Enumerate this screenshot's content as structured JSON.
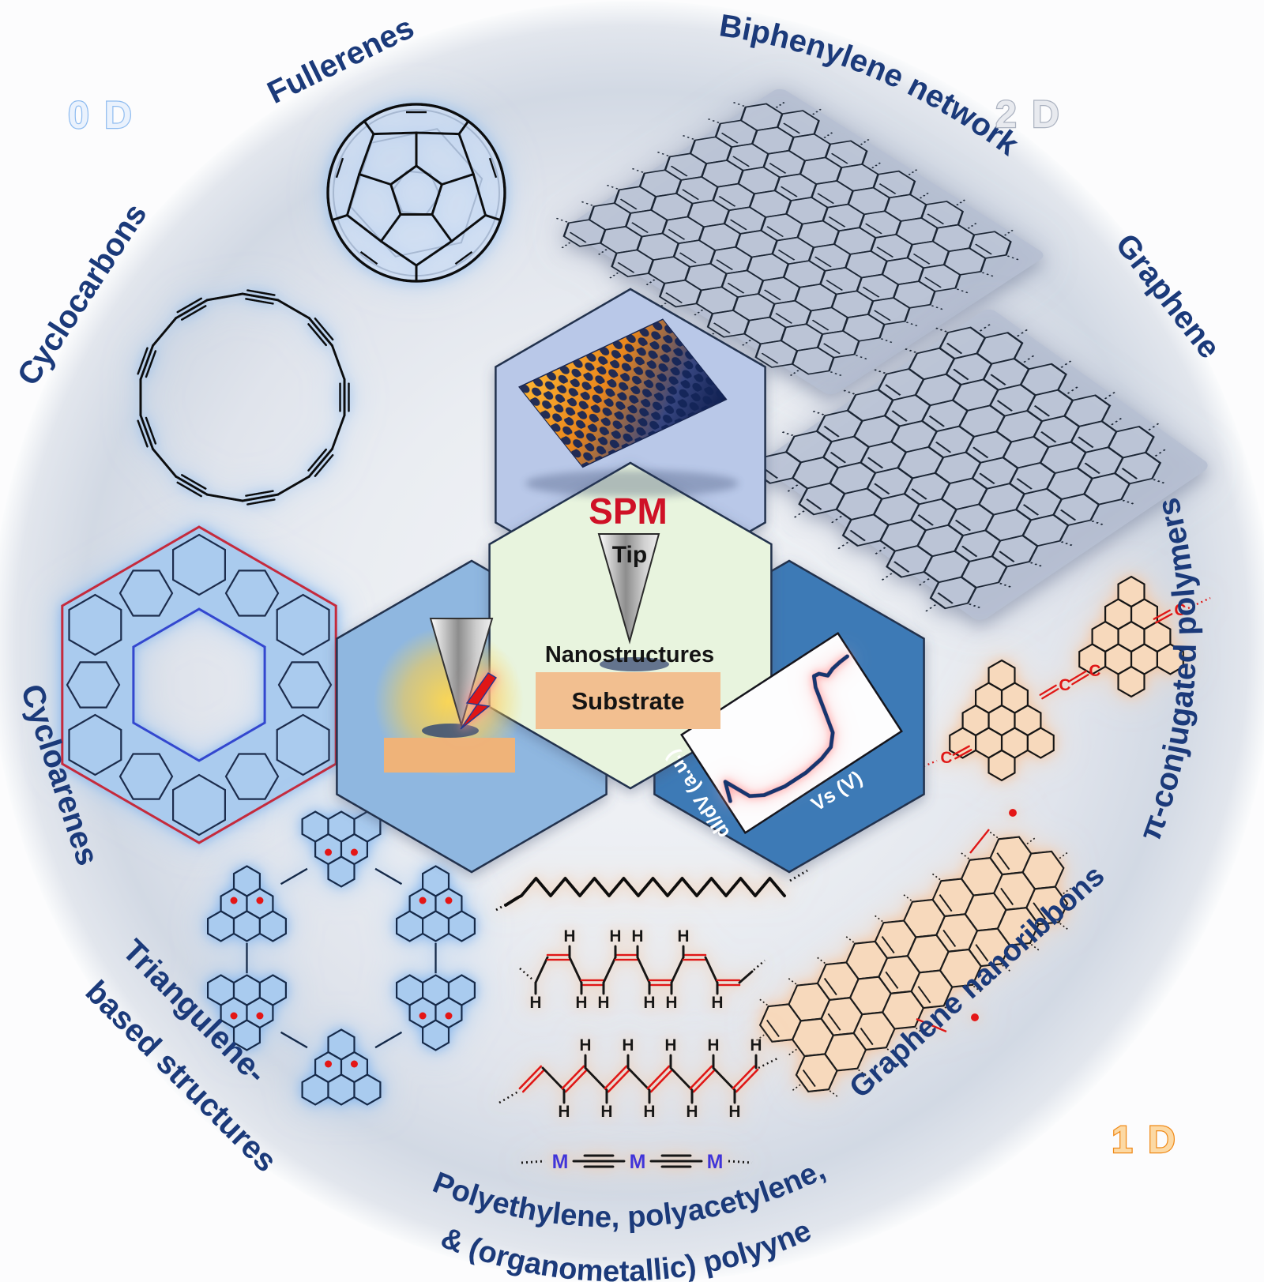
{
  "labels": {
    "fullerenes": "Fullerenes",
    "biphenylene_network": "Biphenylene network",
    "cyclocarbons": "Cyclocarbons",
    "graphene": "Graphene",
    "cycloarenes": "Cycloarenes",
    "pi_conjugated_polymers": "π-conjugated polymers",
    "triangulene_line1": "Triangulene-",
    "triangulene_line2": "based structures",
    "graphene_nanoribbons": "Graphene nanoribbons",
    "bottom_line1": "Polyethylene, polyacetylene,",
    "bottom_line2": "& (organometallic) polyyne"
  },
  "dimensions": {
    "zero_d": "0 D",
    "two_d": "2 D",
    "one_d": "1 D"
  },
  "center": {
    "technique": "SPM",
    "tip": "Tip",
    "nanostructures": "Nanostructures",
    "substrate": "Substrate",
    "spectrum_ylabel": "dI/dV (a.u.)",
    "spectrum_xlabel": "Vs (V)",
    "spectrum_points": [
      [
        -112,
        30
      ],
      [
        -104,
        6
      ],
      [
        -97,
        20
      ],
      [
        -88,
        38
      ],
      [
        -72,
        47
      ],
      [
        -44,
        52
      ],
      [
        -12,
        52
      ],
      [
        14,
        48
      ],
      [
        32,
        42
      ],
      [
        44,
        28
      ],
      [
        51,
        -4
      ],
      [
        57,
        -32
      ],
      [
        63,
        -45
      ],
      [
        70,
        -44
      ],
      [
        78,
        -36
      ],
      [
        88,
        -40
      ],
      [
        100,
        -42
      ],
      [
        112,
        -43
      ]
    ]
  },
  "atoms": {
    "hydrogen": "H",
    "carbon": "C",
    "metal": "M"
  },
  "colors": {
    "navy_text": "#1b3a7a",
    "spm_red": "#cf1126",
    "blue_glow": "#7fb2ec",
    "peach_glow": "#f3c5a0",
    "molecule_fill_blue": "#a9cbef",
    "molecule_fill_peach": "#f7d9bc",
    "bond_red": "#e01313",
    "bond_blue": "#3347cf",
    "substrate_peach": "#f2bf90",
    "hex_top": "#b9c8e8",
    "hex_left": "#8fb7e0",
    "hex_right": "#3e7ab6",
    "hex_center": "#e8f4de",
    "dim0": "#8fbcf0",
    "dim2": "#abb2c0",
    "dim1": "#f08a18"
  }
}
